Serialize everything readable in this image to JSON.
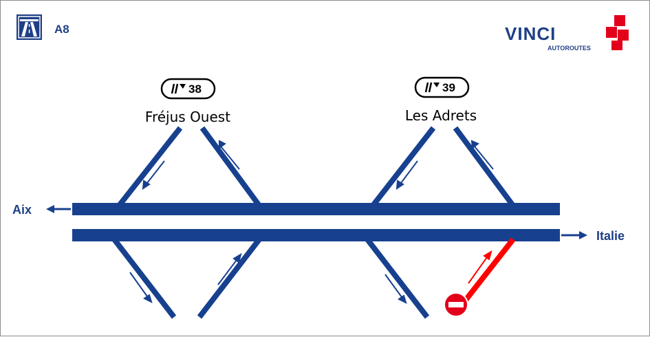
{
  "motorway": {
    "name": "A8",
    "icon": "motorway-icon"
  },
  "brand": {
    "name": "VINCI",
    "sub": "AUTOROUTES",
    "colors": {
      "primary": "#1f3f86",
      "accent": "#e3001b"
    }
  },
  "directions": {
    "west": "Aix",
    "east": "Italie"
  },
  "exits": [
    {
      "number": "38",
      "name": "Fréjus Ouest",
      "icon": "exit-icon"
    },
    {
      "number": "39",
      "name": "Les Adrets",
      "icon": "exit-icon"
    }
  ],
  "closures": [
    {
      "ramp": "exit-39-entry-to-italie",
      "status": "closed",
      "icon": "no-entry-icon"
    }
  ],
  "colors": {
    "road": "#17408f",
    "closed": "#ff0000",
    "text": "#1f3f86"
  }
}
